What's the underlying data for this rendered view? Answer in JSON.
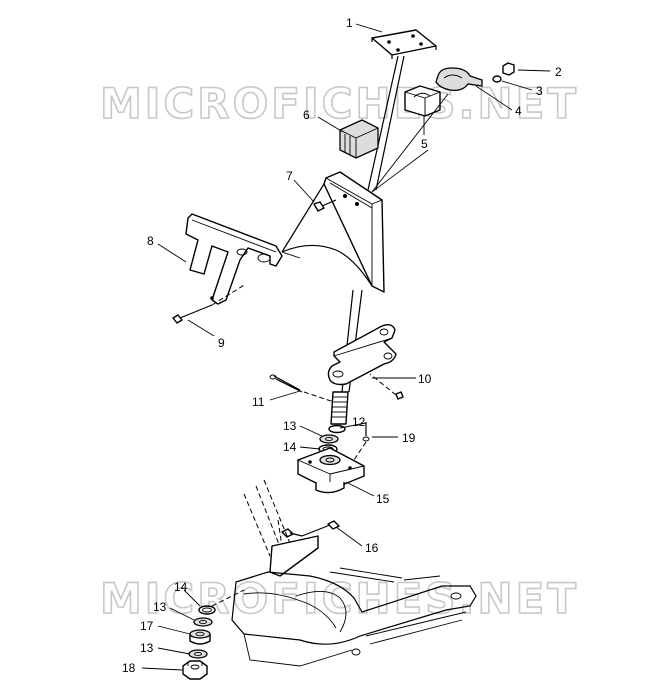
{
  "watermark": {
    "top": "MICROFICHES.NET",
    "bottom": "MICROFICHES.NET"
  },
  "callouts": [
    {
      "id": "c1",
      "label": "1"
    },
    {
      "id": "c2",
      "label": "2"
    },
    {
      "id": "c3",
      "label": "3"
    },
    {
      "id": "c4",
      "label": "4"
    },
    {
      "id": "c5",
      "label": "5"
    },
    {
      "id": "c6",
      "label": "6"
    },
    {
      "id": "c7",
      "label": "7"
    },
    {
      "id": "c8",
      "label": "8"
    },
    {
      "id": "c9",
      "label": "9"
    },
    {
      "id": "c10",
      "label": "10"
    },
    {
      "id": "c11",
      "label": "11"
    },
    {
      "id": "c12",
      "label": "12"
    },
    {
      "id": "c13a",
      "label": "13"
    },
    {
      "id": "c14a",
      "label": "14"
    },
    {
      "id": "c15",
      "label": "15"
    },
    {
      "id": "c16",
      "label": "16"
    },
    {
      "id": "c19",
      "label": "19"
    },
    {
      "id": "c14b",
      "label": "14"
    },
    {
      "id": "c13b",
      "label": "13"
    },
    {
      "id": "c17",
      "label": "17"
    },
    {
      "id": "c13c",
      "label": "13"
    },
    {
      "id": "c18",
      "label": "18"
    }
  ]
}
